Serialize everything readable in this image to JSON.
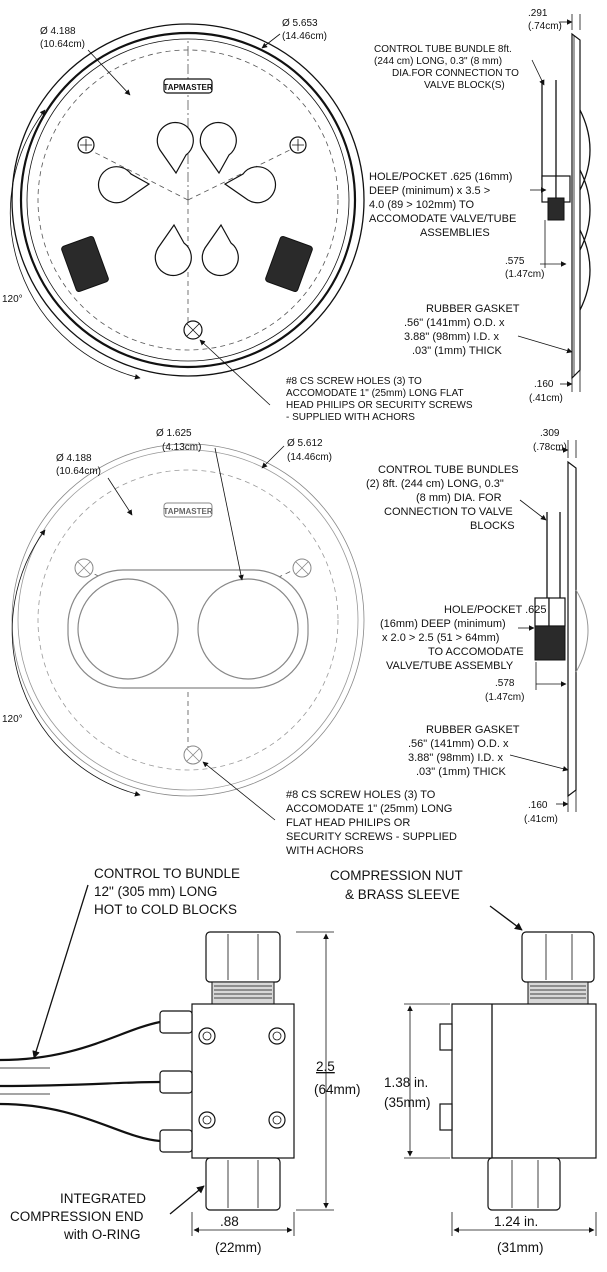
{
  "top_view": {
    "brand": "TAPMASTER",
    "dia_4188": "Ø 4.188",
    "dia_4188_cm": "(10.64cm)",
    "dia_5653": "Ø 5.653",
    "dia_5653_cm": "(14.46cm)",
    "angle": "120°",
    "screw_note": [
      "#8 CS SCREW HOLES (3) TO",
      "ACCOMODATE 1\" (25mm) LONG FLAT",
      "HEAD PHILIPS OR SECURITY SCREWS",
      "- SUPPLIED WITH ACHORS"
    ],
    "dim_291": ".291",
    "dim_291_cm": "(.74cm)",
    "tube_note": [
      "CONTROL TUBE BUNDLE 8ft.",
      "(244 cm) LONG, 0.3\" (8 mm)",
      "DIA.FOR CONNECTION TO",
      "VALVE BLOCK(S)"
    ],
    "hole_note": [
      "HOLE/POCKET .625 (16mm)",
      "DEEP (minimum) x 3.5 >",
      "4.0 (89 > 102mm) TO",
      "ACCOMODATE VALVE/TUBE",
      "ASSEMBLIES"
    ],
    "dim_575": ".575",
    "dim_575_cm": "(1.47cm)",
    "gasket_note": [
      "RUBBER GASKET",
      ".56\" (141mm) O.D. x",
      "3.88\" (98mm) I.D. x",
      ".03\" (1mm) THICK"
    ],
    "dim_160": ".160",
    "dim_160_cm": "(.41cm)"
  },
  "middle_view": {
    "brand": "TAPMASTER",
    "dia_1625": "Ø 1.625",
    "dia_1625_cm": "(4.13cm)",
    "dia_4188": "Ø 4.188",
    "dia_4188_cm": "(10.64cm)",
    "dia_5612": "Ø 5.612",
    "dia_5612_cm": "(14.46cm)",
    "angle": "120°",
    "screw_note": [
      "#8 CS SCREW HOLES (3) TO",
      "ACCOMODATE 1\" (25mm) LONG",
      "FLAT HEAD PHILIPS OR",
      "SECURITY SCREWS - SUPPLIED",
      "WITH ACHORS"
    ],
    "dim_309": ".309",
    "dim_309_cm": "(.78cm)",
    "tube_note": [
      "CONTROL TUBE BUNDLES",
      "(2) 8ft. (244 cm) LONG, 0.3\"",
      "(8 mm) DIA. FOR",
      "CONNECTION TO VALVE",
      "BLOCKS"
    ],
    "hole_note": [
      "HOLE/POCKET .625",
      "(16mm) DEEP (minimum)",
      "x 2.0 > 2.5 (51 > 64mm)",
      "TO ACCOMODATE",
      "VALVE/TUBE ASSEMBLY"
    ],
    "dim_578": ".578",
    "dim_578_cm": "(1.47cm)",
    "gasket_note": [
      "RUBBER GASKET",
      ".56\" (141mm) O.D. x",
      "3.88\" (98mm) I.D. x",
      ".03\" (1mm) THICK"
    ],
    "dim_160": ".160",
    "dim_160_cm": "(.41cm)"
  },
  "bottom_view": {
    "bundle_note": [
      "CONTROL TO BUNDLE",
      "12\" (305 mm) LONG",
      "HOT to COLD BLOCKS"
    ],
    "compression_note": [
      "COMPRESSION NUT",
      "& BRASS SLEEVE"
    ],
    "height": "2.5",
    "height_mm": "(64mm)",
    "side_height": "1.38 in.",
    "side_height_mm": "(35mm)",
    "end_note": [
      "INTEGRATED",
      "COMPRESSION END",
      "with O-RING"
    ],
    "width": ".88",
    "width_mm": "(22mm)",
    "side_width": "1.24 in.",
    "side_width_mm": "(31mm)"
  }
}
